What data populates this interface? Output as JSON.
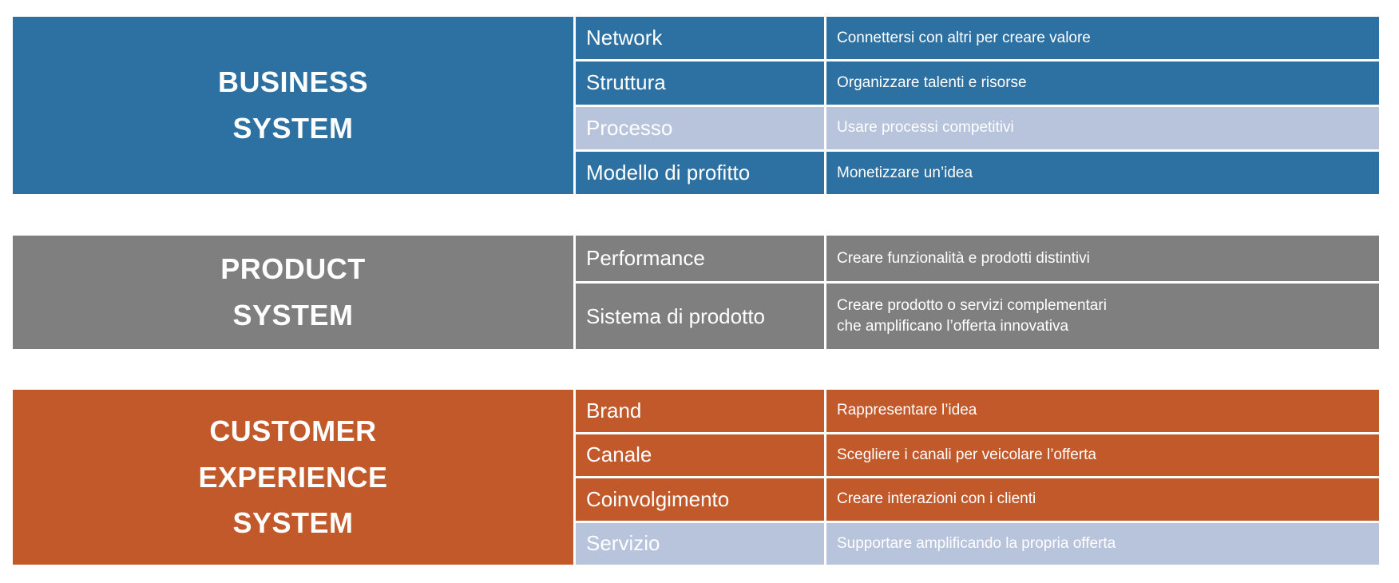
{
  "colors": {
    "background": "#FFFFFF",
    "blue": "#2D71A3",
    "gray": "#7F7F7F",
    "orange": "#C2592B",
    "highlight_light_blue": "#B7C4DB",
    "text": "#FFFFFF"
  },
  "sections": [
    {
      "id": "business-system",
      "title_lines": [
        "BUSINESS",
        "SYSTEM"
      ],
      "color": "#2D71A3",
      "highlight_color": "#B7C4DB",
      "rows": [
        {
          "label": "Network",
          "description": "Connettersi con altri per creare valore",
          "highlighted": false
        },
        {
          "label": "Struttura",
          "description": "Organizzare talenti e risorse",
          "highlighted": false
        },
        {
          "label": "Processo",
          "description": "Usare processi competitivi",
          "highlighted": true
        },
        {
          "label": "Modello di profitto",
          "description": "Monetizzare un’idea",
          "highlighted": false
        }
      ]
    },
    {
      "id": "product-system",
      "title_lines": [
        "PRODUCT",
        "SYSTEM"
      ],
      "color": "#7F7F7F",
      "highlight_color": "#B7C4DB",
      "rows": [
        {
          "label": "Performance",
          "description": "Creare funzionalità e prodotti distintivi",
          "highlighted": false
        },
        {
          "label": "Sistema di prodotto",
          "description": "Creare prodotto o servizi complementari\nche amplificano l’offerta innovativa",
          "highlighted": false
        }
      ]
    },
    {
      "id": "customer-experience-system",
      "title_lines": [
        "CUSTOMER",
        "EXPERIENCE",
        "SYSTEM"
      ],
      "color": "#C2592B",
      "highlight_color": "#B7C4DB",
      "rows": [
        {
          "label": "Brand",
          "description": "Rappresentare l’idea",
          "highlighted": false
        },
        {
          "label": "Canale",
          "description": "Scegliere i canali per veicolare l’offerta",
          "highlighted": false
        },
        {
          "label": "Coinvolgimento",
          "description": "Creare interazioni con i clienti",
          "highlighted": false
        },
        {
          "label": "Servizio",
          "description": "Supportare amplificando la propria offerta",
          "highlighted": true
        }
      ]
    }
  ]
}
